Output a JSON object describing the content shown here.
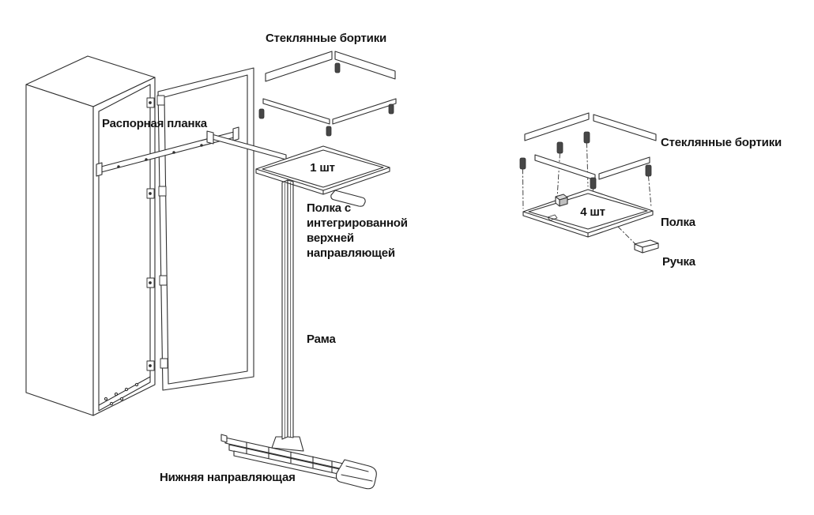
{
  "diagram": {
    "kind": "furniture-assembly-exploded-diagram",
    "colors": {
      "background": "#ffffff",
      "line": "#2f2f2f",
      "text": "#141414",
      "peg_fill": "#474747"
    }
  },
  "labels": {
    "glass_rails_top": "Стеклянные бортики",
    "spacer_bar": "Распорная планка",
    "qty_one": "1 шт",
    "shelf_with_guide": "Полка с интегрированной верхней направляющей",
    "frame": "Рама",
    "lower_guide": "Нижняя направляющая",
    "glass_rails_right": "Стеклянные бортики",
    "qty_four": "4 шт",
    "shelf": "Полка",
    "handle": "Ручка"
  }
}
